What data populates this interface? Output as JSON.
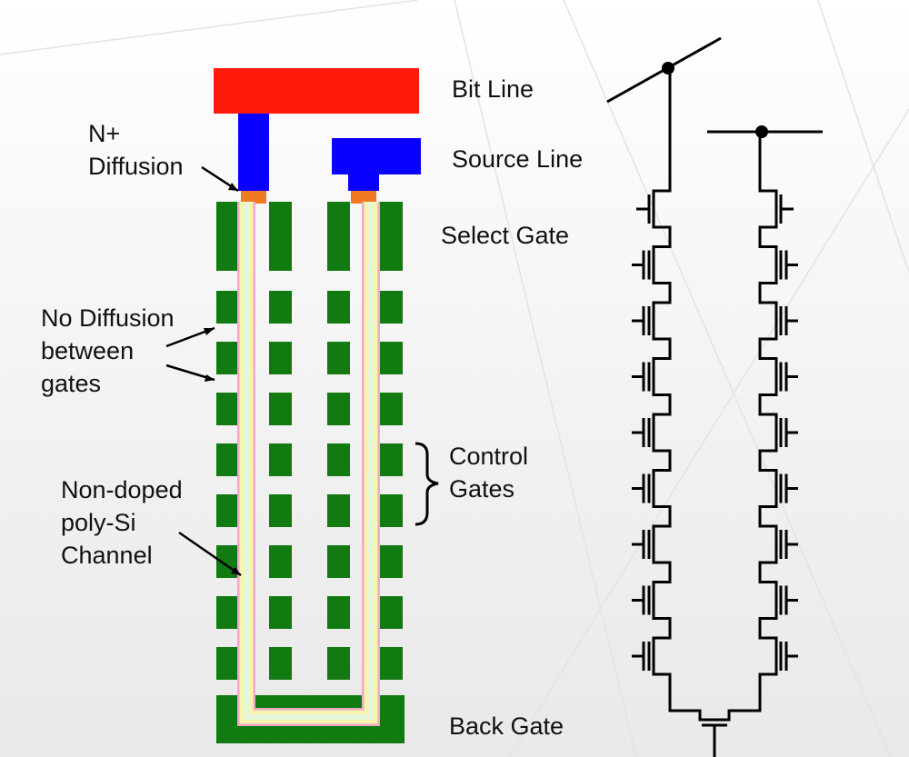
{
  "labels": {
    "bit_line": "Bit Line",
    "source_line": "Source Line",
    "select_gate": "Select Gate",
    "control_gates": "Control\nGates",
    "back_gate": "Back Gate",
    "n_diffusion": "N+\nDiffusion",
    "no_diffusion": "No Diffusion\nbetween\ngates",
    "channel": "Non-doped\npoly-Si\nChannel"
  },
  "colors": {
    "bit_line": "#ff1a0a",
    "source_line": "#0a00ff",
    "gate": "#117a11",
    "n_diffusion": "#f07a22",
    "channel_outer": "#f2a8c8",
    "channel_mid": "#f6f5b0",
    "channel_inner": "#e6f6d8",
    "wire": "#000000"
  },
  "structure": {
    "control_gate_count": 8,
    "select_gates_per_string": 1,
    "transistor_count_per_string": 9
  }
}
